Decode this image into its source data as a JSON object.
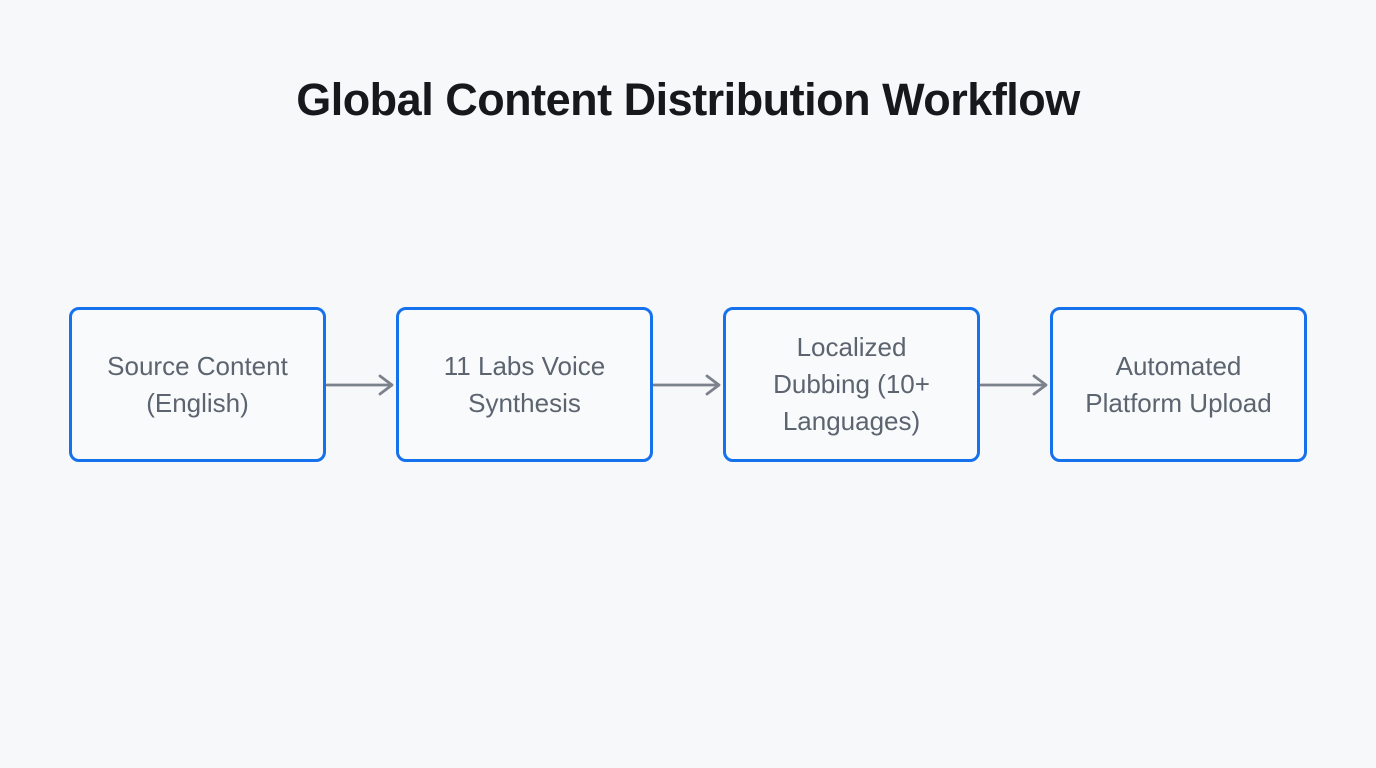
{
  "title": "Global Content Distribution Workflow",
  "flow": {
    "steps": [
      {
        "label": "Source Content (English)"
      },
      {
        "label": "11 Labs Voice Synthesis"
      },
      {
        "label": "Localized Dubbing (10+ Languages)"
      },
      {
        "label": "Automated Platform Upload"
      }
    ]
  },
  "colors": {
    "page_background": "#f7f8fa",
    "node_border": "#1671ec",
    "node_background": "#f9fafc",
    "node_text": "#5c6470",
    "arrow": "#7b828c",
    "title_text": "#17181c"
  },
  "icons": {
    "connector": "arrow-right-icon"
  }
}
